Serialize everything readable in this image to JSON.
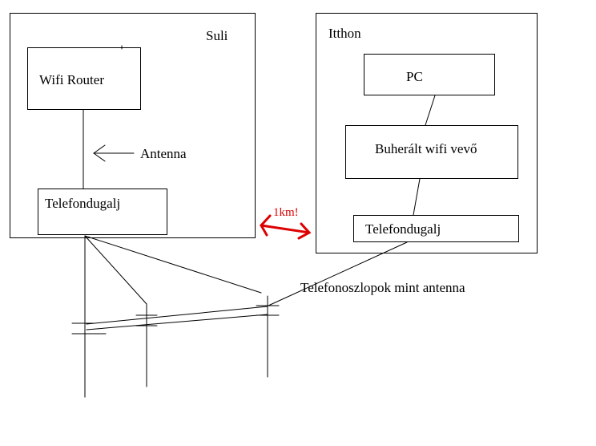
{
  "school": {
    "title": "Suli",
    "router": "Wifi Router",
    "antenna_label": "Antenna",
    "socket": "Telefondugalj"
  },
  "home": {
    "title": "Itthon",
    "pc": "PC",
    "receiver": "Buherált wifi vevő",
    "socket": "Telefondugalj"
  },
  "distance": {
    "label": "1km!",
    "color": "#dd0000"
  },
  "poles_label": "Telefonoszlopok mint antenna"
}
